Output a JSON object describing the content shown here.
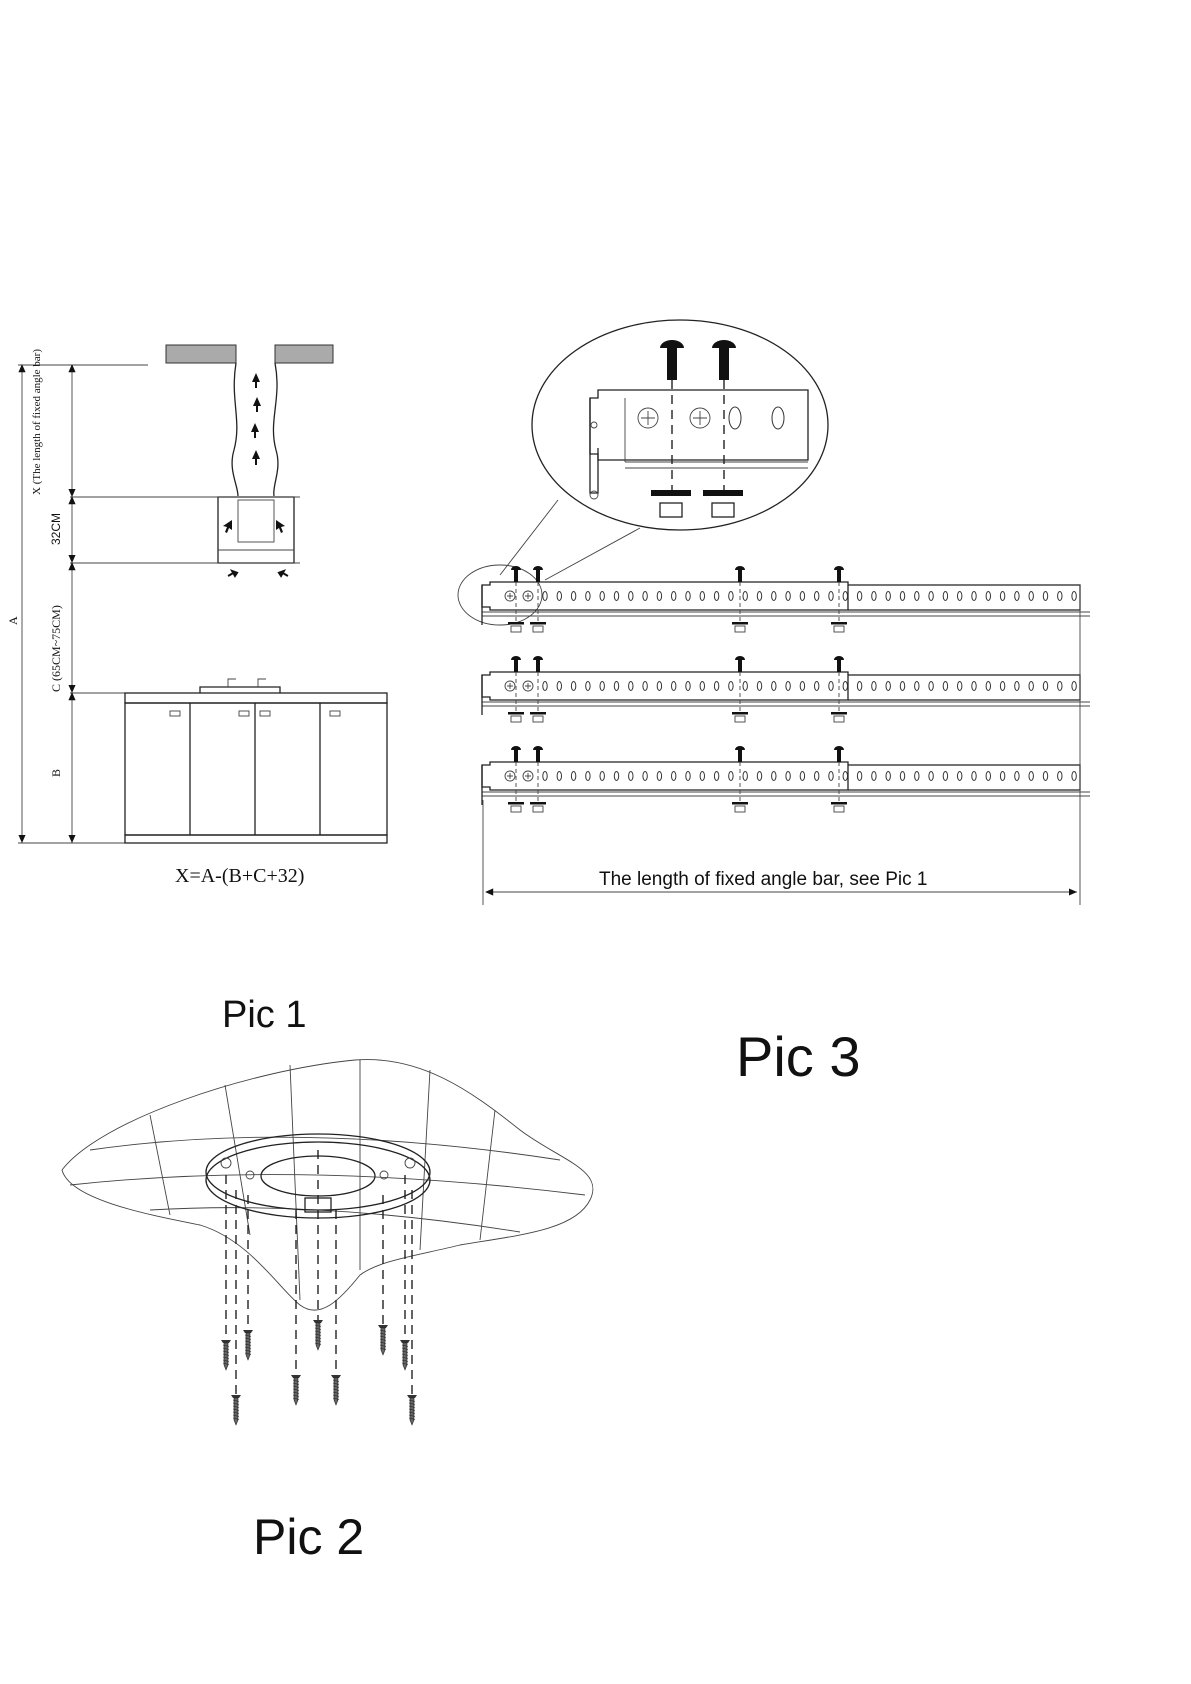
{
  "pic1": {
    "caption": "Pic 1",
    "formula": "X=A-(B+C+32)",
    "labels": {
      "x_dimension": "X (The length of fixed angle bar)",
      "d32": "32CM",
      "c_dimension": "C (65CM~75CM)",
      "a_dimension": "A",
      "b_dimension": "B"
    }
  },
  "pic2": {
    "caption": "Pic 2"
  },
  "pic3": {
    "caption": "Pic 3",
    "length_label": "The length of fixed angle bar, see Pic 1"
  }
}
